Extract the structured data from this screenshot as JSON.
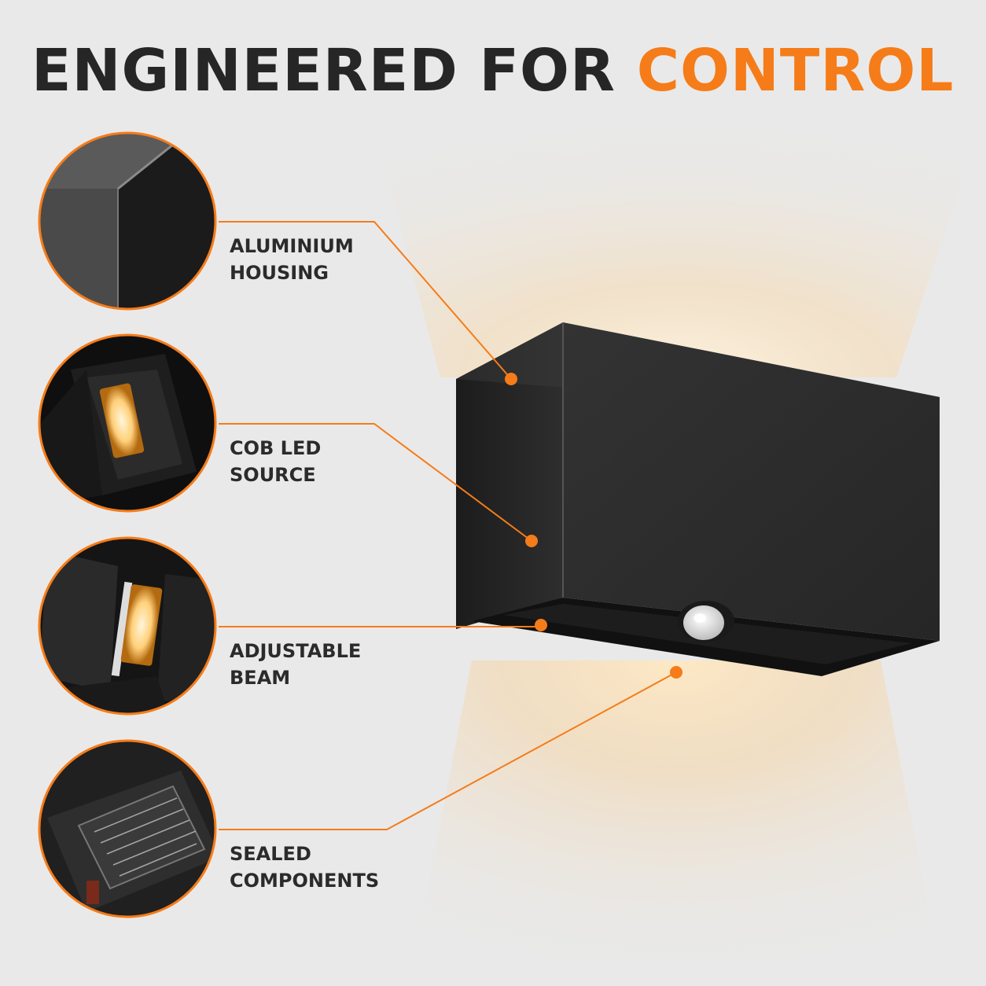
{
  "headline": {
    "main": "ENGINEERED FOR",
    "accent": "CONTROL"
  },
  "colors": {
    "accent": "#f57c19",
    "headline_text": "#262626",
    "background": "#e9e9e9",
    "housing": "#2a2a2a",
    "warm_light": "#ffd28a"
  },
  "callouts": [
    {
      "line1": "ALUMINIUM",
      "line2": "HOUSING",
      "image": "housing-corner-closeup"
    },
    {
      "line1": "COB LED",
      "line2": "SOURCE",
      "image": "led-chip-closeup"
    },
    {
      "line1": "ADJUSTABLE",
      "line2": "BEAM",
      "image": "adjustable-shutter-closeup"
    },
    {
      "line1": "SEALED",
      "line2": "COMPONENTS",
      "image": "sealed-driver-closeup"
    }
  ],
  "product": {
    "name": "wall-light",
    "features": [
      "motion-sensor",
      "up-down-light"
    ]
  }
}
